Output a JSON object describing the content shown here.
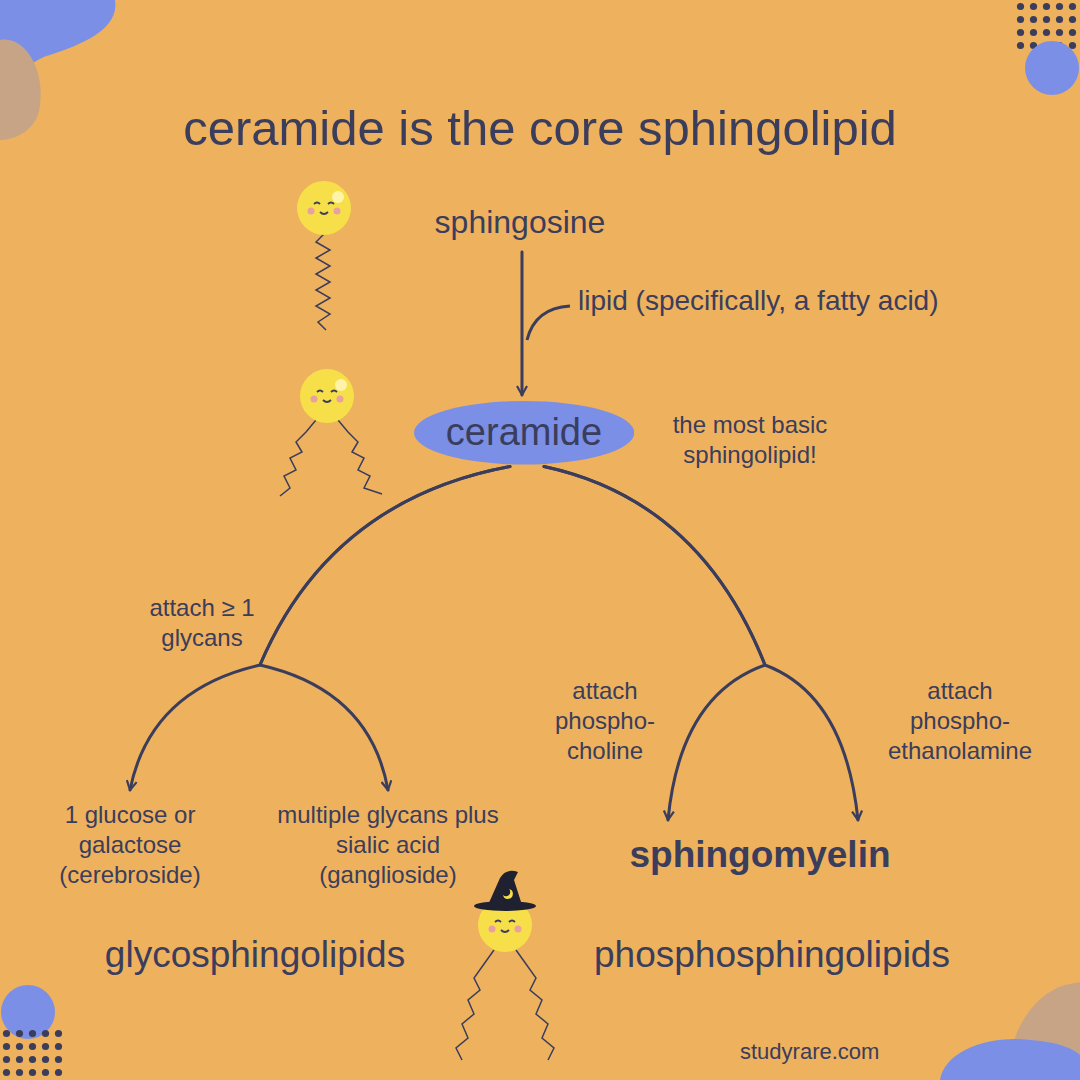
{
  "diagram": {
    "title": "ceramide is the core sphingolipid",
    "nodes": [
      {
        "text": [
          "sphingosine"
        ]
      },
      {
        "text": [
          "ceramide"
        ]
      },
      {
        "text": [
          "1 glucose or galactose (cerebroside)"
        ]
      },
      {
        "text": [
          "multiple glycans plus sialic acid (ganglioside)"
        ]
      },
      {
        "text": [
          "sphingomyelin"
        ]
      }
    ],
    "edges": [
      {
        "from": 0,
        "to": 1,
        "arrow": "to",
        "label": "lipid (specifically, a fatty acid)"
      },
      {
        "from": 1,
        "to": 2,
        "arrow": "to"
      },
      {
        "from": 1,
        "to": 3,
        "arrow": "to"
      },
      {
        "from": 1,
        "to": 4,
        "arrow": "to",
        "label": "attach phospho- choline"
      },
      {
        "from": 1,
        "to": 4,
        "arrow": "to",
        "label": "attach phospho- ethanolamine"
      }
    ],
    "labels": [
      "the most basic sphingolipid!",
      "attach ≥ 1 glycans",
      "glycosphingolipids",
      "phosphosphingolipids",
      "studyrare.com"
    ]
  }
}
